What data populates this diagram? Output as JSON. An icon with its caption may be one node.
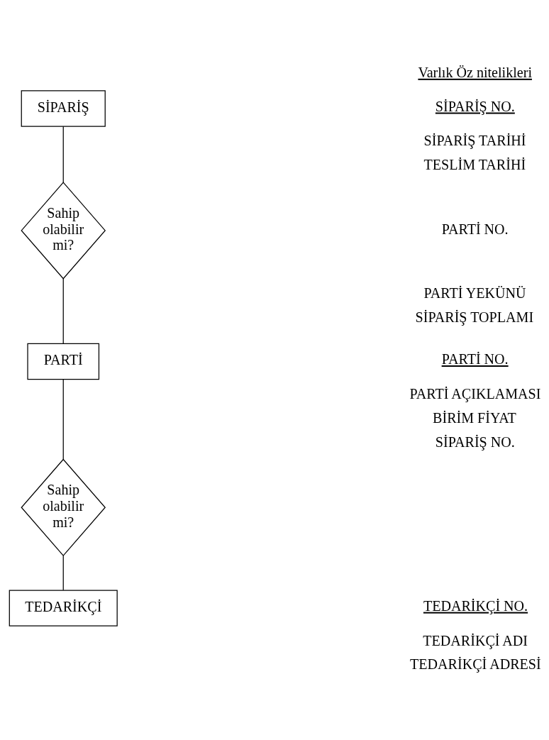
{
  "diagram": {
    "nodes": [
      {
        "text": [
          "SİPARİŞ"
        ]
      },
      {
        "text": [
          "Sahip olabilir mi?"
        ]
      },
      {
        "text": [
          "PARTİ"
        ]
      },
      {
        "text": [
          "Sahip olabilir mi?"
        ]
      },
      {
        "text": [
          "TEDARİKÇİ"
        ]
      }
    ],
    "edges": [
      {
        "from": 0,
        "to": 1,
        "arrow": "none"
      },
      {
        "from": 1,
        "to": 2,
        "arrow": "none"
      },
      {
        "from": 2,
        "to": 3,
        "arrow": "none"
      },
      {
        "from": 3,
        "to": 4,
        "arrow": "none"
      }
    ],
    "labels": [
      "Varlık Öz nitelikleri",
      "SİPARİŞ NO.",
      "SİPARİŞ TARİHİ",
      "TESLİM TARİHİ",
      "PARTİ NO.",
      "PARTİ YEKÜNÜ",
      "SİPARİŞ TOPLAMI",
      "PARTİ NO.",
      "PARTİ AÇIKLAMASI",
      "BİRİM FİYAT",
      "SİPARİŞ NO.",
      "TEDARİKÇİ NO.",
      "TEDARİKÇİ ADI",
      "TEDARİKÇİ ADRESİ"
    ]
  }
}
